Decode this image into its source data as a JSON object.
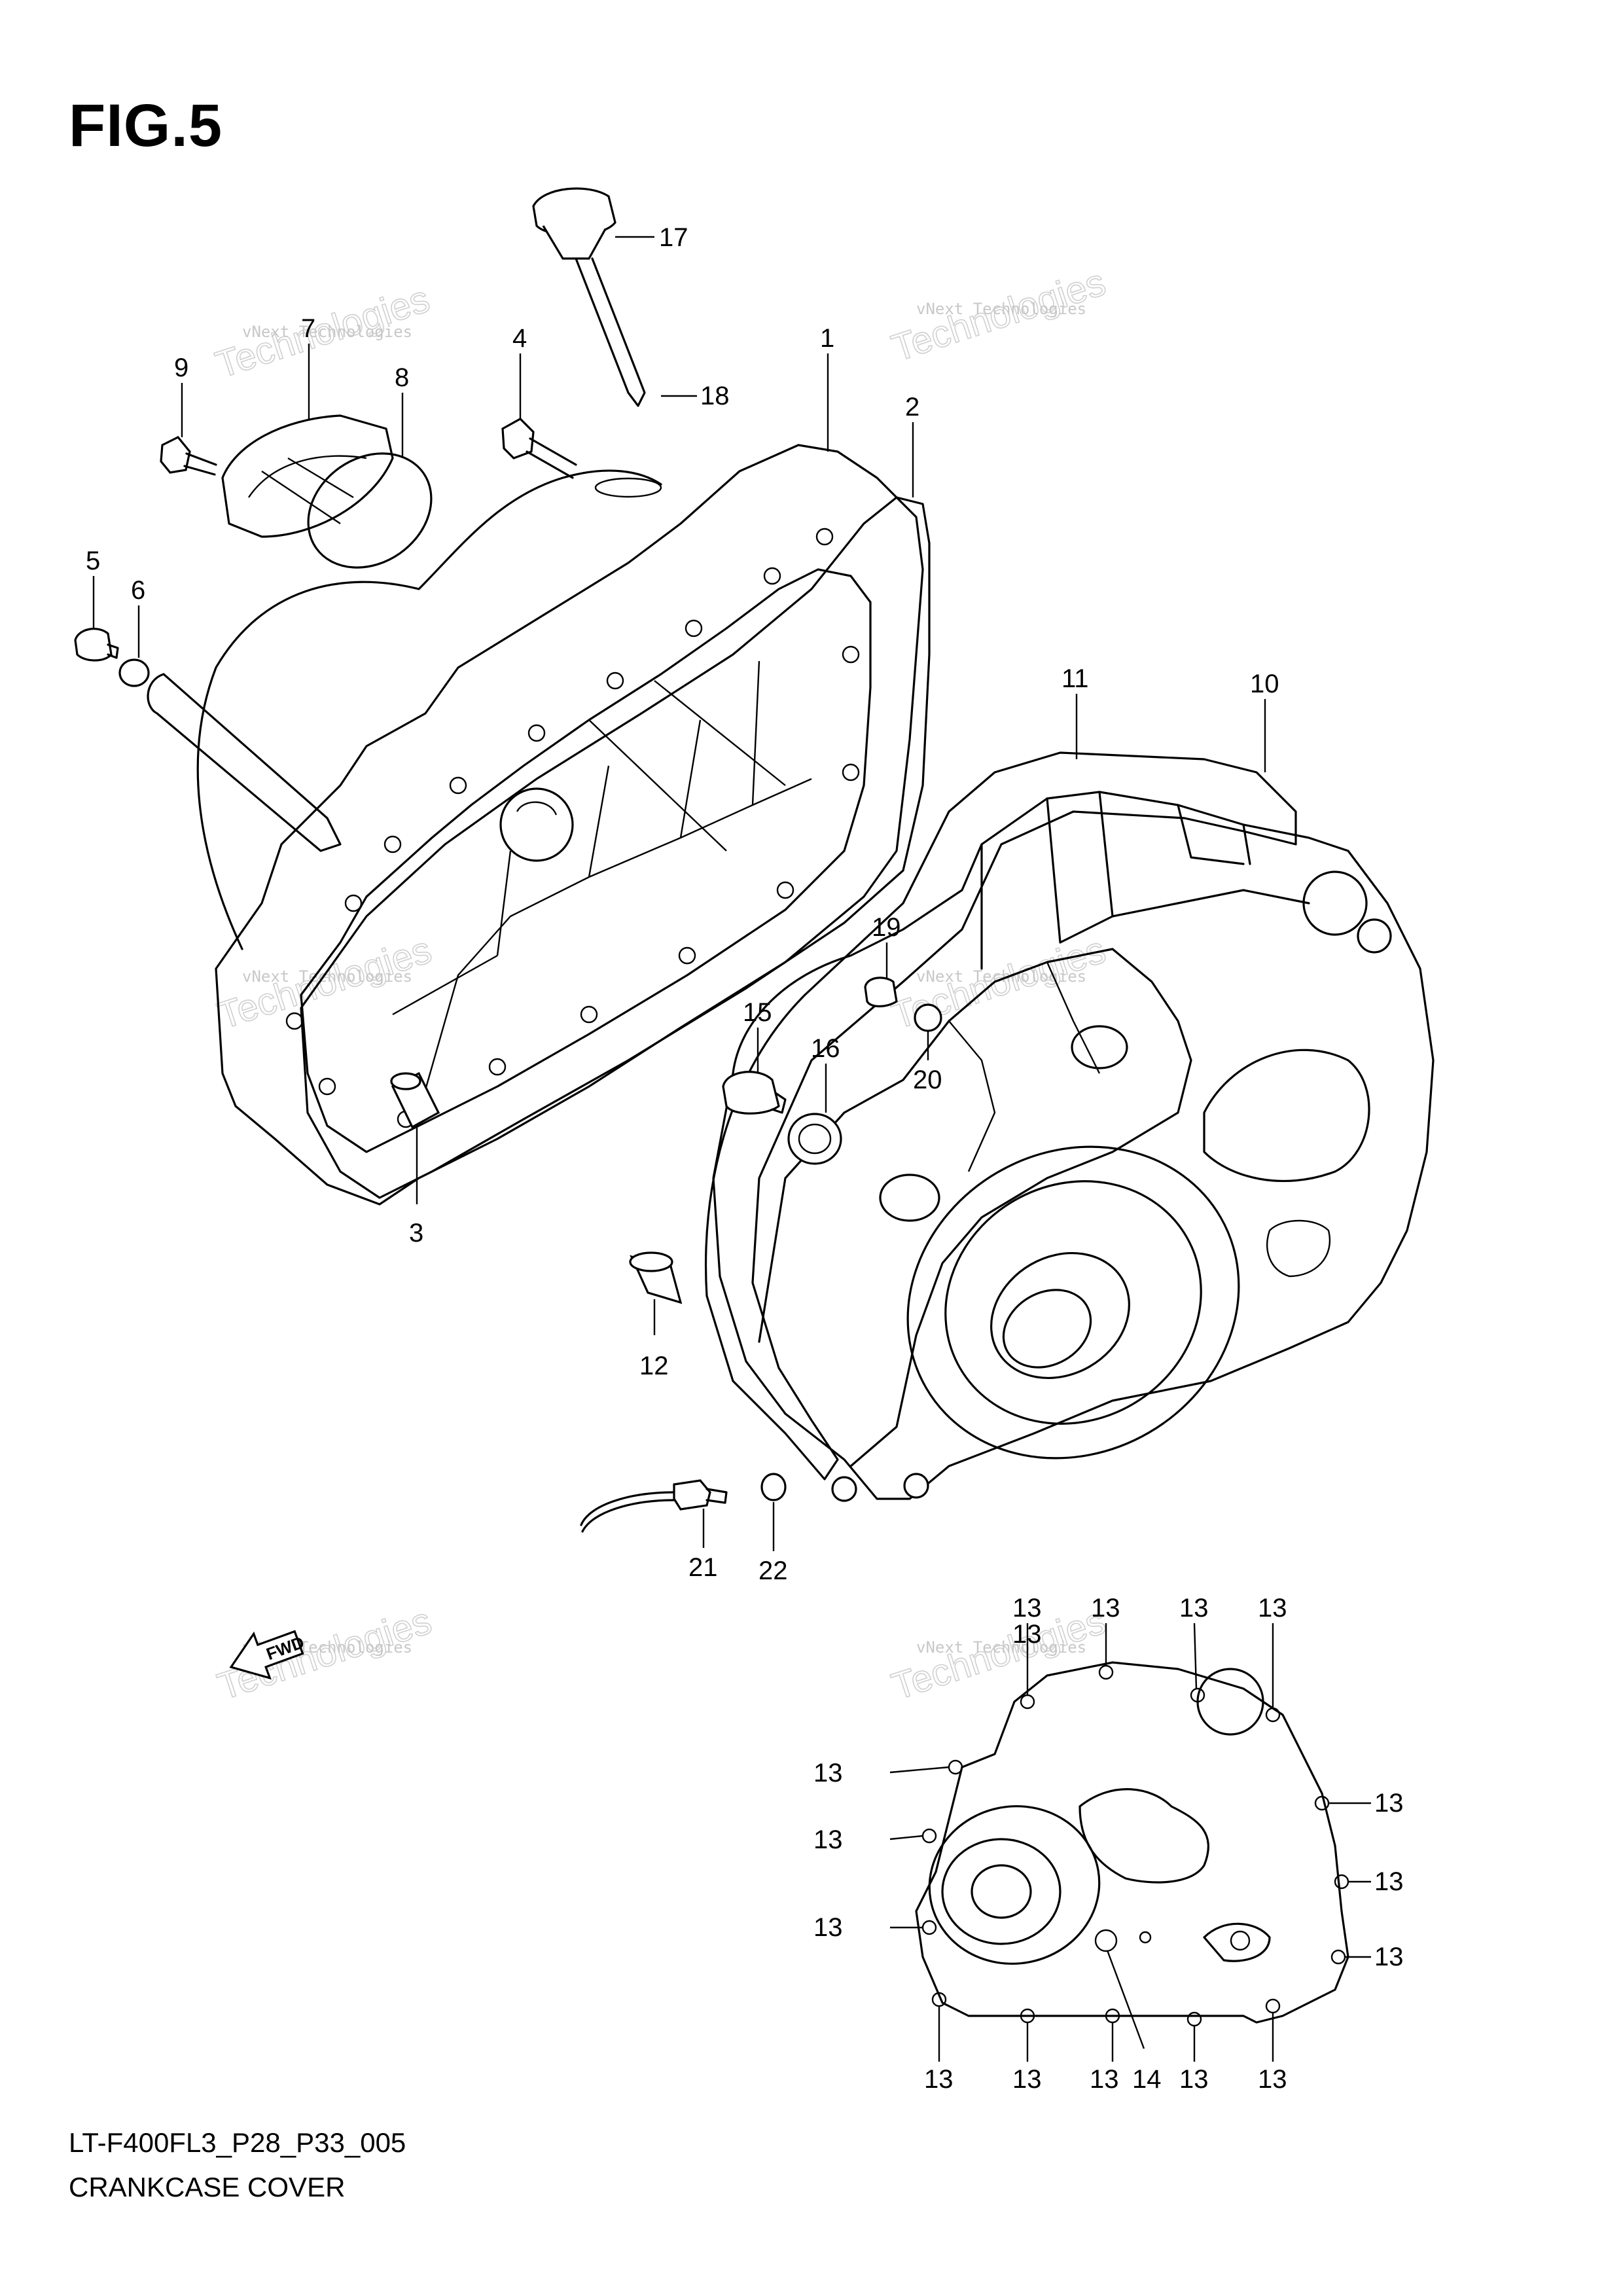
{
  "figure": {
    "title": "FIG.5",
    "code": "LT-F400FL3_P28_P33_005",
    "name": "CRANKCASE COVER"
  },
  "callouts": [
    {
      "id": "c1",
      "label": "1"
    },
    {
      "id": "c2",
      "label": "2"
    },
    {
      "id": "c3",
      "label": "3"
    },
    {
      "id": "c4",
      "label": "4"
    },
    {
      "id": "c5",
      "label": "5"
    },
    {
      "id": "c6",
      "label": "6"
    },
    {
      "id": "c7",
      "label": "7"
    },
    {
      "id": "c8",
      "label": "8"
    },
    {
      "id": "c9",
      "label": "9"
    },
    {
      "id": "c10",
      "label": "10"
    },
    {
      "id": "c11",
      "label": "11"
    },
    {
      "id": "c12",
      "label": "12"
    },
    {
      "id": "c15",
      "label": "15"
    },
    {
      "id": "c16",
      "label": "16"
    },
    {
      "id": "c17",
      "label": "17"
    },
    {
      "id": "c18",
      "label": "18"
    },
    {
      "id": "c19",
      "label": "19"
    },
    {
      "id": "c20",
      "label": "20"
    },
    {
      "id": "c21",
      "label": "21"
    },
    {
      "id": "c22",
      "label": "22"
    },
    {
      "id": "c14",
      "label": "14"
    },
    {
      "id": "c13a",
      "label": "13"
    },
    {
      "id": "c13b",
      "label": "13"
    },
    {
      "id": "c13c",
      "label": "13"
    },
    {
      "id": "c13d",
      "label": "13"
    },
    {
      "id": "c13e",
      "label": "13"
    },
    {
      "id": "c13f",
      "label": "13"
    },
    {
      "id": "c13g",
      "label": "13"
    },
    {
      "id": "c13h",
      "label": "13"
    },
    {
      "id": "c13i",
      "label": "13"
    },
    {
      "id": "c13j",
      "label": "13"
    },
    {
      "id": "c13k",
      "label": "13"
    },
    {
      "id": "c13l",
      "label": "13"
    },
    {
      "id": "c13m",
      "label": "13"
    },
    {
      "id": "c13n",
      "label": "13"
    },
    {
      "id": "c13o",
      "label": "13"
    },
    {
      "id": "c13p",
      "label": "13"
    }
  ],
  "direction_badge": "FWD",
  "watermark": {
    "line1": "vNext Technologies",
    "line2": "vNext",
    "line3": "Technologies"
  }
}
